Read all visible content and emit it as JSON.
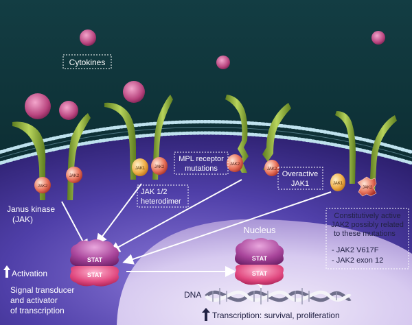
{
  "labels": {
    "cytokines": "Cytokines",
    "mpl_receptor_line1": "MPL receptor",
    "mpl_receptor_line2": "mutations",
    "jak12_line1": "JAK 1/2",
    "jak12_line2": "heterodimer",
    "overactive_line1": "Overactive",
    "overactive_line2": "JAK1",
    "janus_line1": "Janus kinase",
    "janus_line2": "(JAK)",
    "constitutive_line1": "Constitutively active",
    "constitutive_line2": "JAK2 possibly related",
    "constitutive_line3": "to these mutations",
    "mutation_1": "- JAK2 V617F",
    "mutation_2": "- JAK2 exon 12",
    "nucleus": "Nucleus",
    "activation": "Activation",
    "stat_full_line1": "Signal transducer",
    "stat_full_line2": "and activator",
    "stat_full_line3": "of transcription",
    "dna": "DNA",
    "transcription": "Transcription: survival, proliferation",
    "stat": "STAT",
    "jak1": "JAK1",
    "jak2": "JAK2"
  },
  "colors": {
    "background_top": "#0f3a3f",
    "background_bottom": "#06181c",
    "membrane": "#b7dbe8",
    "cell_interior": "#4a3aa0",
    "nucleus": "#c9b8ea",
    "receptor": "#8fb33c",
    "cytokine": "#c0578c",
    "jak1": "#e8a21d",
    "jak2": "#d64a3a",
    "stat": "#b14a9c",
    "arrow": "#ffffff"
  },
  "icons": [
    "up-arrow-icon"
  ]
}
